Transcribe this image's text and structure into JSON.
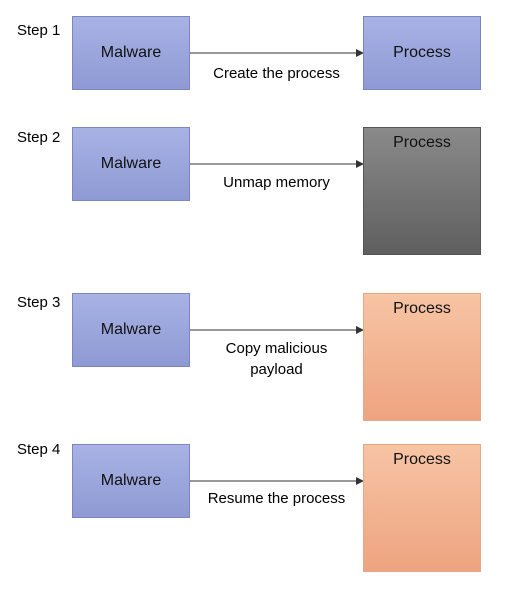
{
  "steps": [
    {
      "label": "Step 1",
      "source": "Malware",
      "target": "Process",
      "action": "Create the process",
      "target_color": "blue"
    },
    {
      "label": "Step 2",
      "source": "Malware",
      "target": "Process",
      "action": "Unmap memory",
      "target_color": "gray"
    },
    {
      "label": "Step 3",
      "source": "Malware",
      "target": "Process",
      "action_lines": [
        "Copy malicious",
        "payload"
      ],
      "target_color": "salmon"
    },
    {
      "label": "Step 4",
      "source": "Malware",
      "target": "Process",
      "action": "Resume the process",
      "target_color": "salmon"
    }
  ],
  "colors": {
    "blue": "#9aa4dc",
    "gray": "#707070",
    "salmon": "#f2b391"
  }
}
